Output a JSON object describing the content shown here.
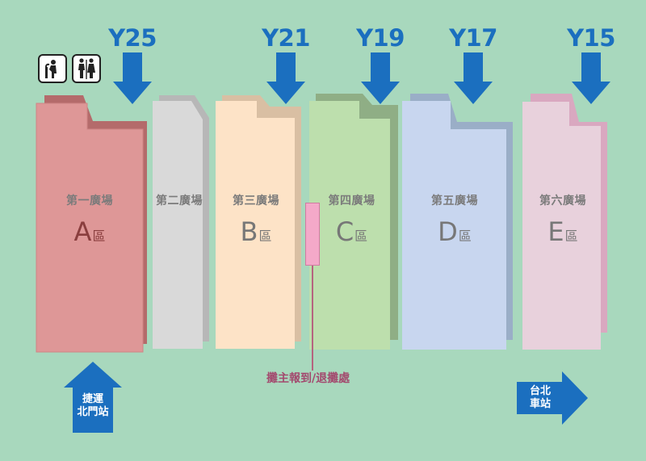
{
  "exits": [
    {
      "label": "Y25"
    },
    {
      "label": "Y21"
    },
    {
      "label": "Y19"
    },
    {
      "label": "Y17"
    },
    {
      "label": "Y15"
    }
  ],
  "zones": [
    {
      "name": "第一廣場",
      "letter": "A",
      "suffix": "區"
    },
    {
      "name": "第二廣場",
      "letter": "",
      "suffix": ""
    },
    {
      "name": "第三廣場",
      "letter": "B",
      "suffix": "區"
    },
    {
      "name": "第四廣場",
      "letter": "C",
      "suffix": "區"
    },
    {
      "name": "第五廣場",
      "letter": "D",
      "suffix": "區"
    },
    {
      "name": "第六廣場",
      "letter": "E",
      "suffix": "區"
    }
  ],
  "booth_office": {
    "label": "攤主報到/退攤處"
  },
  "entrance_left": {
    "line1": "捷運",
    "line2": "北門站"
  },
  "entrance_right": {
    "line1": "台北",
    "line2": "車站"
  },
  "icons": [
    "drinking-fountain-icon",
    "restroom-icon"
  ],
  "colors": {
    "background": "#a8d8bd",
    "arrow": "#1b6fbf",
    "zone_a": "#de9797",
    "zone_b": "#d9d9d9",
    "zone_c": "#fde3c7",
    "zone_d": "#bddfad",
    "zone_e": "#c8d6ef",
    "zone_f": "#e8d1dc",
    "booth": "#f4a9c9"
  }
}
